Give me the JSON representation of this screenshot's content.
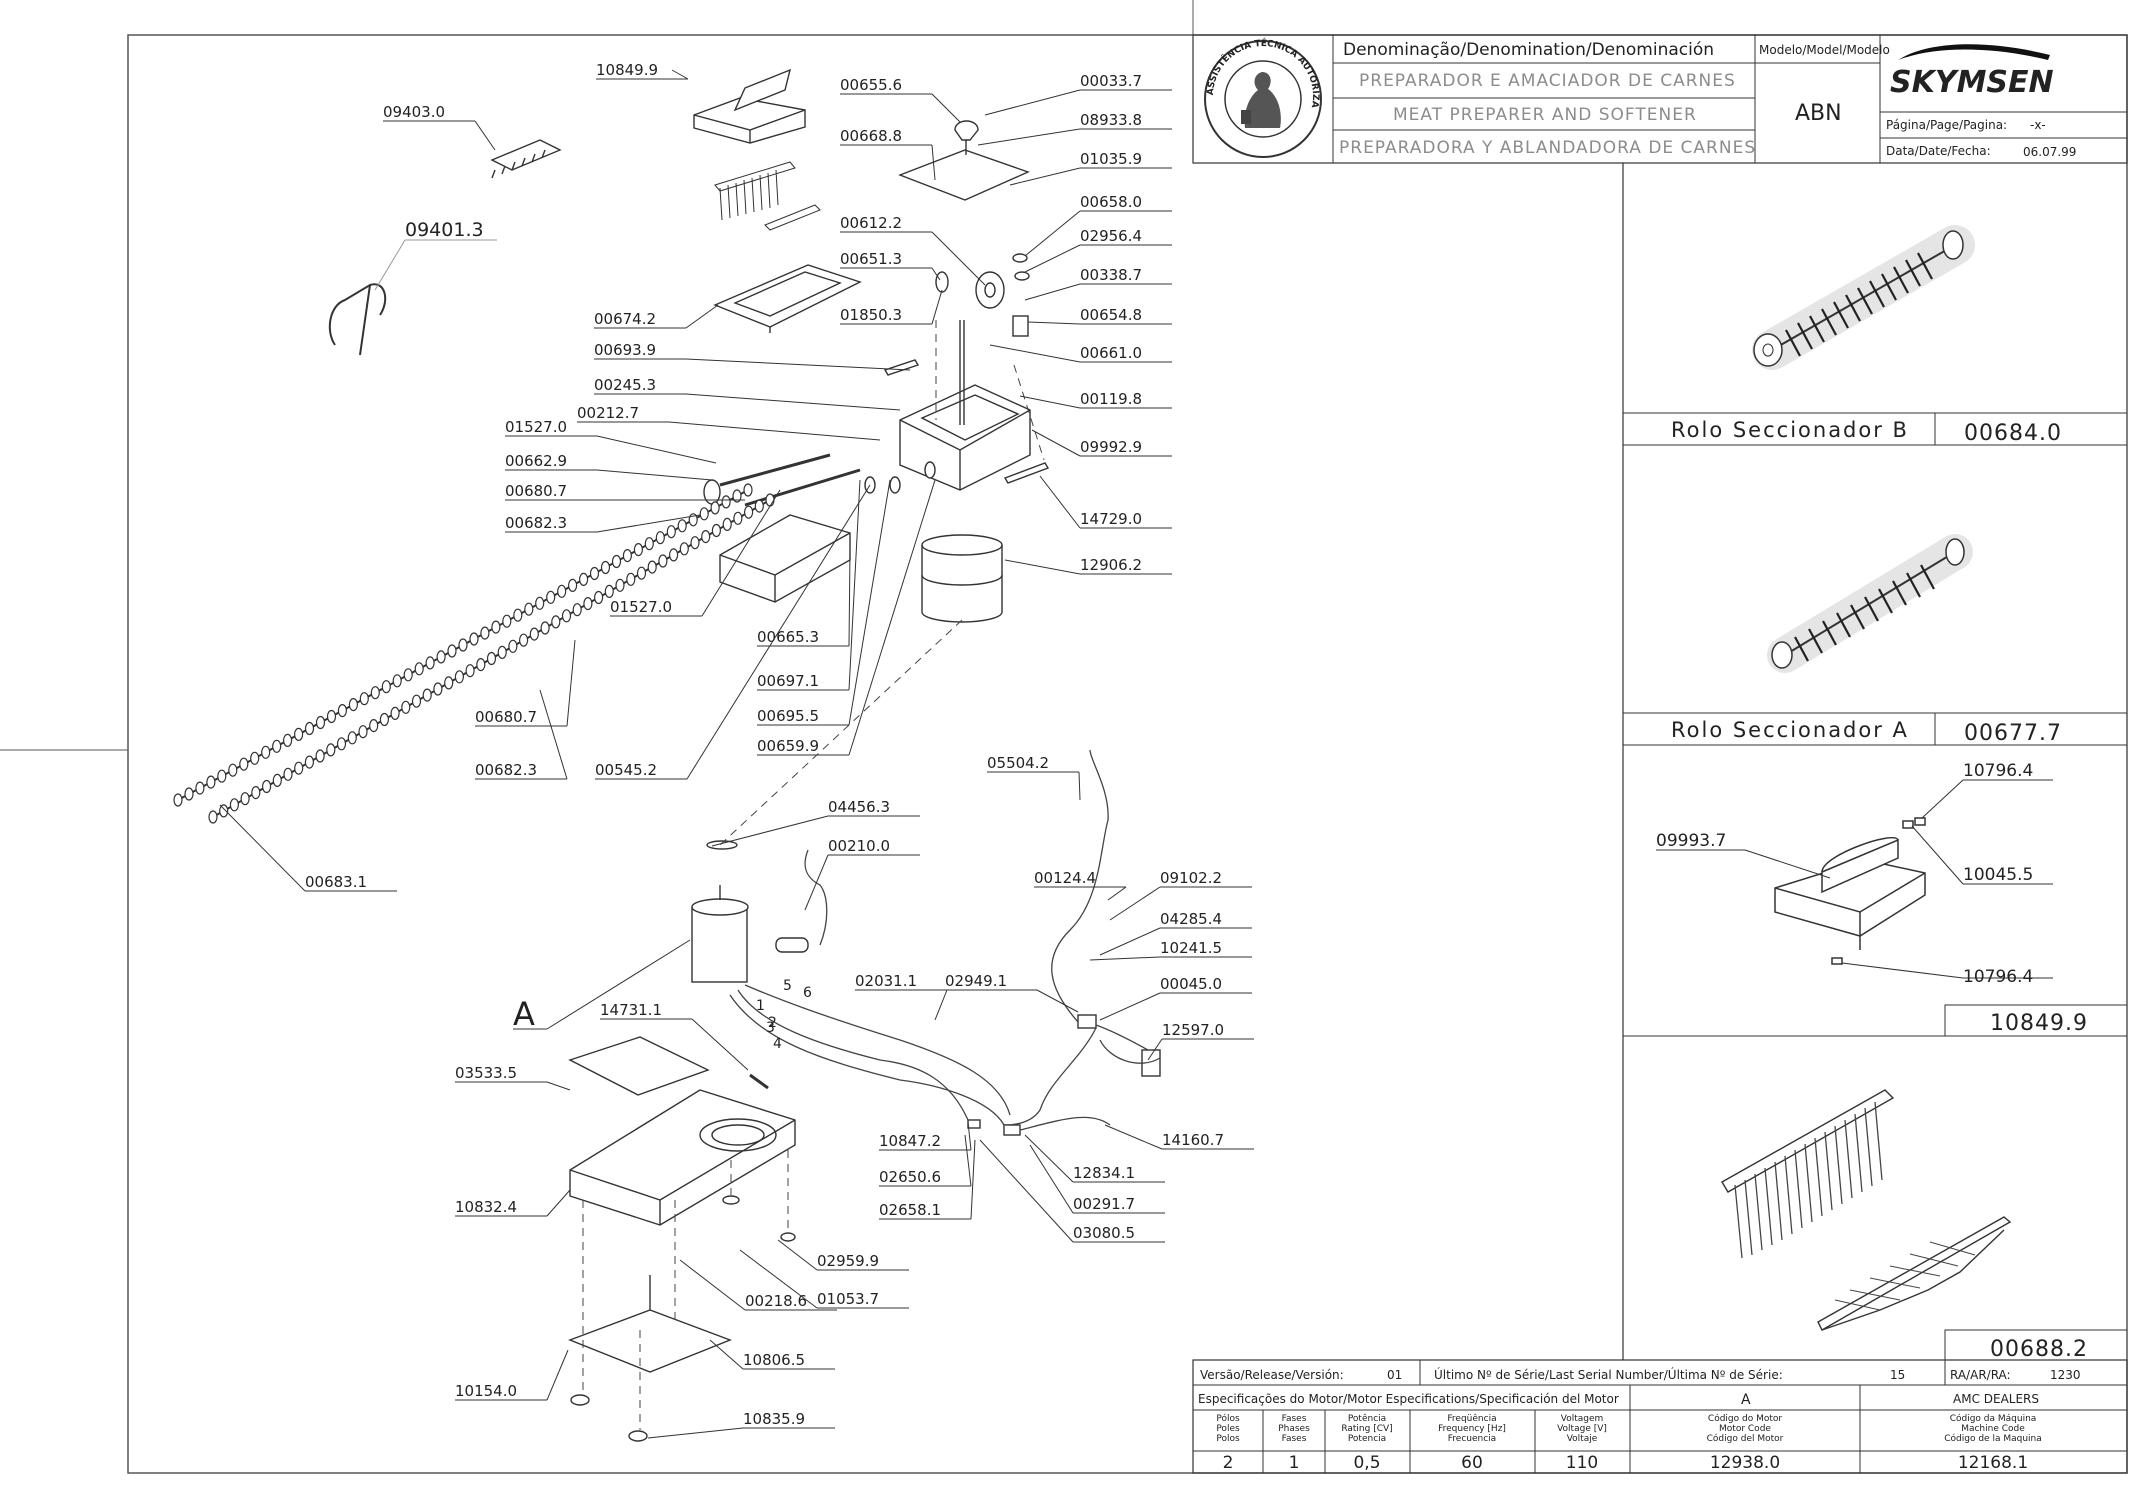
{
  "title_block": {
    "denomination_label": "Denominação/Denomination/Denominación",
    "model_label": "Modelo/Model/Modelo",
    "name_pt": "PREPARADOR E AMACIADOR DE CARNES",
    "name_en": "MEAT PREPARER AND SOFTENER",
    "name_es": "PREPARADORA Y ABLANDADORA DE CARNES",
    "model": "ABN",
    "brand": "SKYMSEN",
    "page_label": "Página/Page/Pagina:",
    "page_value": "-x-",
    "date_label": "Data/Date/Fecha:",
    "date_value": "06.07.99",
    "seal_text": "ASSISTÊNCIA TÉCNICA AUTORIZADA"
  },
  "details": [
    {
      "caption": "Rolo Seccionador B",
      "code": "00684.0"
    },
    {
      "caption": "Rolo Seccionador A",
      "code": "00677.7"
    },
    {
      "code": "10849.9",
      "parts": [
        "10796.4",
        "10045.5",
        "09993.7",
        "10796.4"
      ]
    },
    {
      "code": "00688.2"
    }
  ],
  "release_row": {
    "release_label": "Versão/Release/Versión:",
    "release_value": "01",
    "serial_label": "Último Nº de Série/Last Serial Number/Última Nº de Série:",
    "serial_value": "15",
    "ra_label": "RA/AR/RA:",
    "ra_value": "1230"
  },
  "motor_specs": {
    "label": "Especificações do Motor/Motor Especifications/Specificación del Motor",
    "version": "A",
    "dealer": "AMC DEALERS",
    "columns": [
      {
        "head": [
          "Pólos",
          "Poles",
          "Polos"
        ],
        "value": "2"
      },
      {
        "head": [
          "Fases",
          "Phases",
          "Fases"
        ],
        "value": "1"
      },
      {
        "head": [
          "Potência",
          "Rating [CV]",
          "Potencia"
        ],
        "value": "0,5"
      },
      {
        "head": [
          "Freqüência",
          "Frequency [Hz]",
          "Frecuencia"
        ],
        "value": "60"
      },
      {
        "head": [
          "Voltagem",
          "Voltage [V]",
          "Voltaje"
        ],
        "value": "110"
      },
      {
        "head": [
          "Código do Motor",
          "Motor Code",
          "Código del Motor"
        ],
        "value": "12938.0"
      },
      {
        "head": [
          "Código da Máquina",
          "Machine Code",
          "Código de la Maquina"
        ],
        "value": "12168.1"
      }
    ]
  },
  "callouts": [
    "10849.9",
    "09403.0",
    "09401.3",
    "00655.6",
    "00033.7",
    "08933.8",
    "00668.8",
    "01035.9",
    "00612.2",
    "00658.0",
    "00651.3",
    "02956.4",
    "00338.7",
    "00674.2",
    "01850.3",
    "00654.8",
    "00693.9",
    "00661.0",
    "00245.3",
    "00119.8",
    "00212.7",
    "01527.0",
    "09992.9",
    "00662.9",
    "00680.7",
    "14729.0",
    "00682.3",
    "12906.2",
    "01527.0",
    "00665.3",
    "00697.1",
    "00680.7",
    "00695.5",
    "00682.3",
    "00545.2",
    "00659.9",
    "05504.2",
    "04456.3",
    "00683.1",
    "00210.0",
    "00124.4",
    "09102.2",
    "04285.4",
    "10241.5",
    "02031.1",
    "02949.1",
    "00045.0",
    "A",
    "14731.1",
    "12597.0",
    "03533.5",
    "10847.2",
    "14160.7",
    "02650.6",
    "12834.1",
    "02658.1",
    "00291.7",
    "10832.4",
    "03080.5",
    "02959.9",
    "00218.6",
    "01053.7",
    "10806.5",
    "10154.0",
    "10835.9"
  ],
  "wire_numbers": [
    "5",
    "6",
    "1",
    "2",
    "3",
    "4"
  ]
}
